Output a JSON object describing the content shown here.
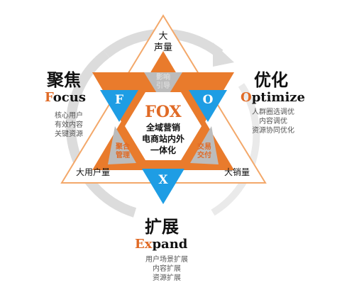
{
  "colors": {
    "orange": "#e97b2c",
    "orange_dark": "#e06a25",
    "blue": "#1e9de4",
    "grey_arrow": "#dcdcdc",
    "grey_panel": "#bcbcbc",
    "outline_orange": "#f3a86a"
  },
  "corners": {
    "top": "大\n声量",
    "left": "大用户量",
    "right": "大销量"
  },
  "inner_panels": {
    "top": "影响\n引导",
    "left": "聚合\n管理",
    "right": "交易\n交付"
  },
  "center": {
    "title": "FOX",
    "lines": [
      "全域营销",
      "电商站内外",
      "一体化"
    ]
  },
  "letters": {
    "f": "F",
    "o": "O",
    "x": "X"
  },
  "sections": {
    "focus": {
      "cn": "聚焦",
      "en_first": "F",
      "en_rest": "ocus",
      "items": [
        "核心用户",
        "有效内容",
        "关键资源"
      ]
    },
    "optimize": {
      "cn": "优化",
      "en_first": "O",
      "en_rest": "ptimize",
      "items": [
        "人群圈选调优",
        "内容调优",
        "资源协同优化"
      ]
    },
    "expand": {
      "cn": "扩展",
      "en_first": "Ex",
      "en_rest": "pand",
      "items": [
        "用户场景扩展",
        "内容扩展",
        "资源扩展"
      ]
    }
  }
}
